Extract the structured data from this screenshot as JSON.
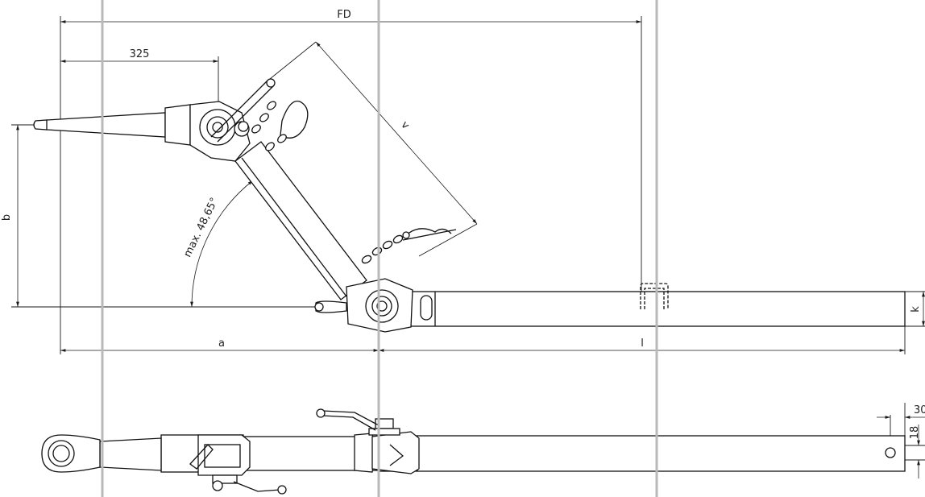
{
  "labels": {
    "fd": "FD",
    "d325": "325",
    "v": "v",
    "b": "b",
    "angle": "max. 48,65°",
    "a": "a",
    "l": "l",
    "k": "k",
    "d30": "30",
    "d18": "18"
  },
  "colors": {
    "line": "#111111",
    "guide": "#b9b9b9",
    "background": "#ffffff"
  }
}
